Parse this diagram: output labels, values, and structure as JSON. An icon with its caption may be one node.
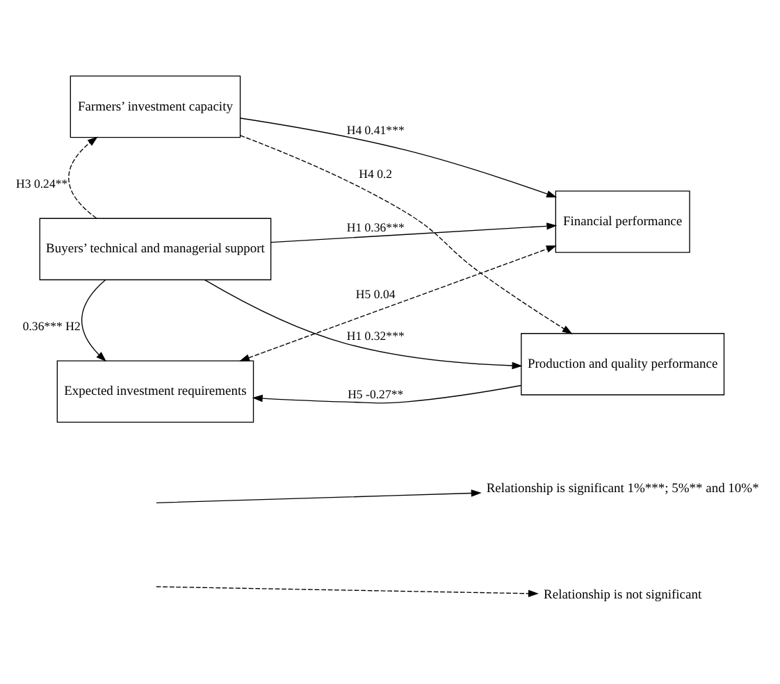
{
  "diagram": {
    "nodes": [
      {
        "text": [
          "Farmers’ investment capacity"
        ]
      },
      {
        "text": [
          "Financial performance"
        ]
      },
      {
        "text": [
          "Buyers’ technical and managerial support"
        ]
      },
      {
        "text": [
          "Production and quality performance"
        ]
      },
      {
        "text": [
          "Expected investment requirements"
        ]
      }
    ],
    "edges": [
      {
        "from": 2,
        "to": 0,
        "arrow": "to",
        "style": "dashed",
        "label": "H3 0.24**"
      },
      {
        "from": 0,
        "to": 1,
        "arrow": "to",
        "label": "H4 0.41***"
      },
      {
        "from": 0,
        "to": 3,
        "arrow": "to",
        "style": "dashed",
        "label": "H4 0.2"
      },
      {
        "from": 2,
        "to": 1,
        "arrow": "to",
        "label": "H1 0.36***"
      },
      {
        "from": 2,
        "to": 3,
        "arrow": "to",
        "label": "H1 0.32***"
      },
      {
        "from": 4,
        "to": 1,
        "arrow": "both",
        "style": "dashed",
        "label": "H5 0.04"
      },
      {
        "from": 2,
        "to": 4,
        "arrow": "to",
        "label": "0.36*** H2"
      },
      {
        "from": 3,
        "to": 4,
        "arrow": "to",
        "label": "H5 -0.27**"
      }
    ],
    "legend": [
      {
        "text": "Relationship is significant 1%***; 5%** and 10%*"
      },
      {
        "text": "Relationship is not significant"
      }
    ]
  }
}
